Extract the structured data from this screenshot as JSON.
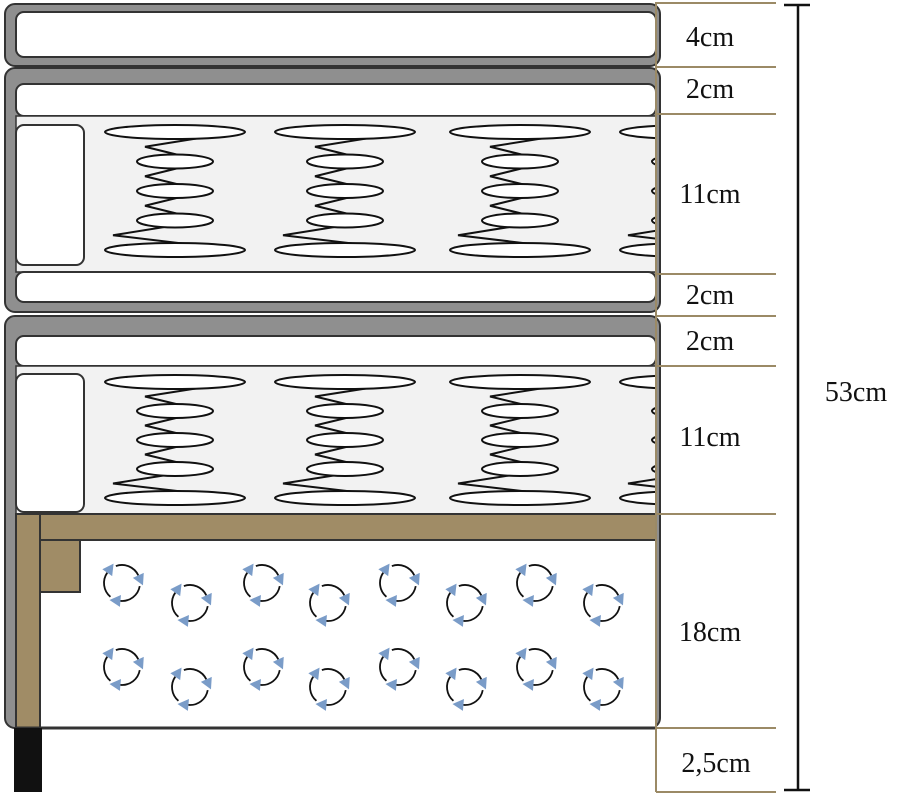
{
  "dimensions": {
    "layers": [
      {
        "label": "4cm"
      },
      {
        "label": "2cm"
      },
      {
        "label": "11cm"
      },
      {
        "label": "2cm"
      },
      {
        "label": "2cm"
      },
      {
        "label": "11cm"
      },
      {
        "label": "18cm"
      },
      {
        "label": "2,5cm"
      }
    ],
    "total_label": "53cm"
  },
  "colors": {
    "outline": "#333333",
    "cover_gray": "#8f8f8f",
    "spring_zone": "#f2f2f2",
    "wood": "#a08c66",
    "divider": "#9b8a66",
    "airflow": "#7a9cc8",
    "leg": "#111111"
  },
  "icons": {
    "airflow": "circular-arrows-icon",
    "spring": "coil-spring-icon"
  }
}
